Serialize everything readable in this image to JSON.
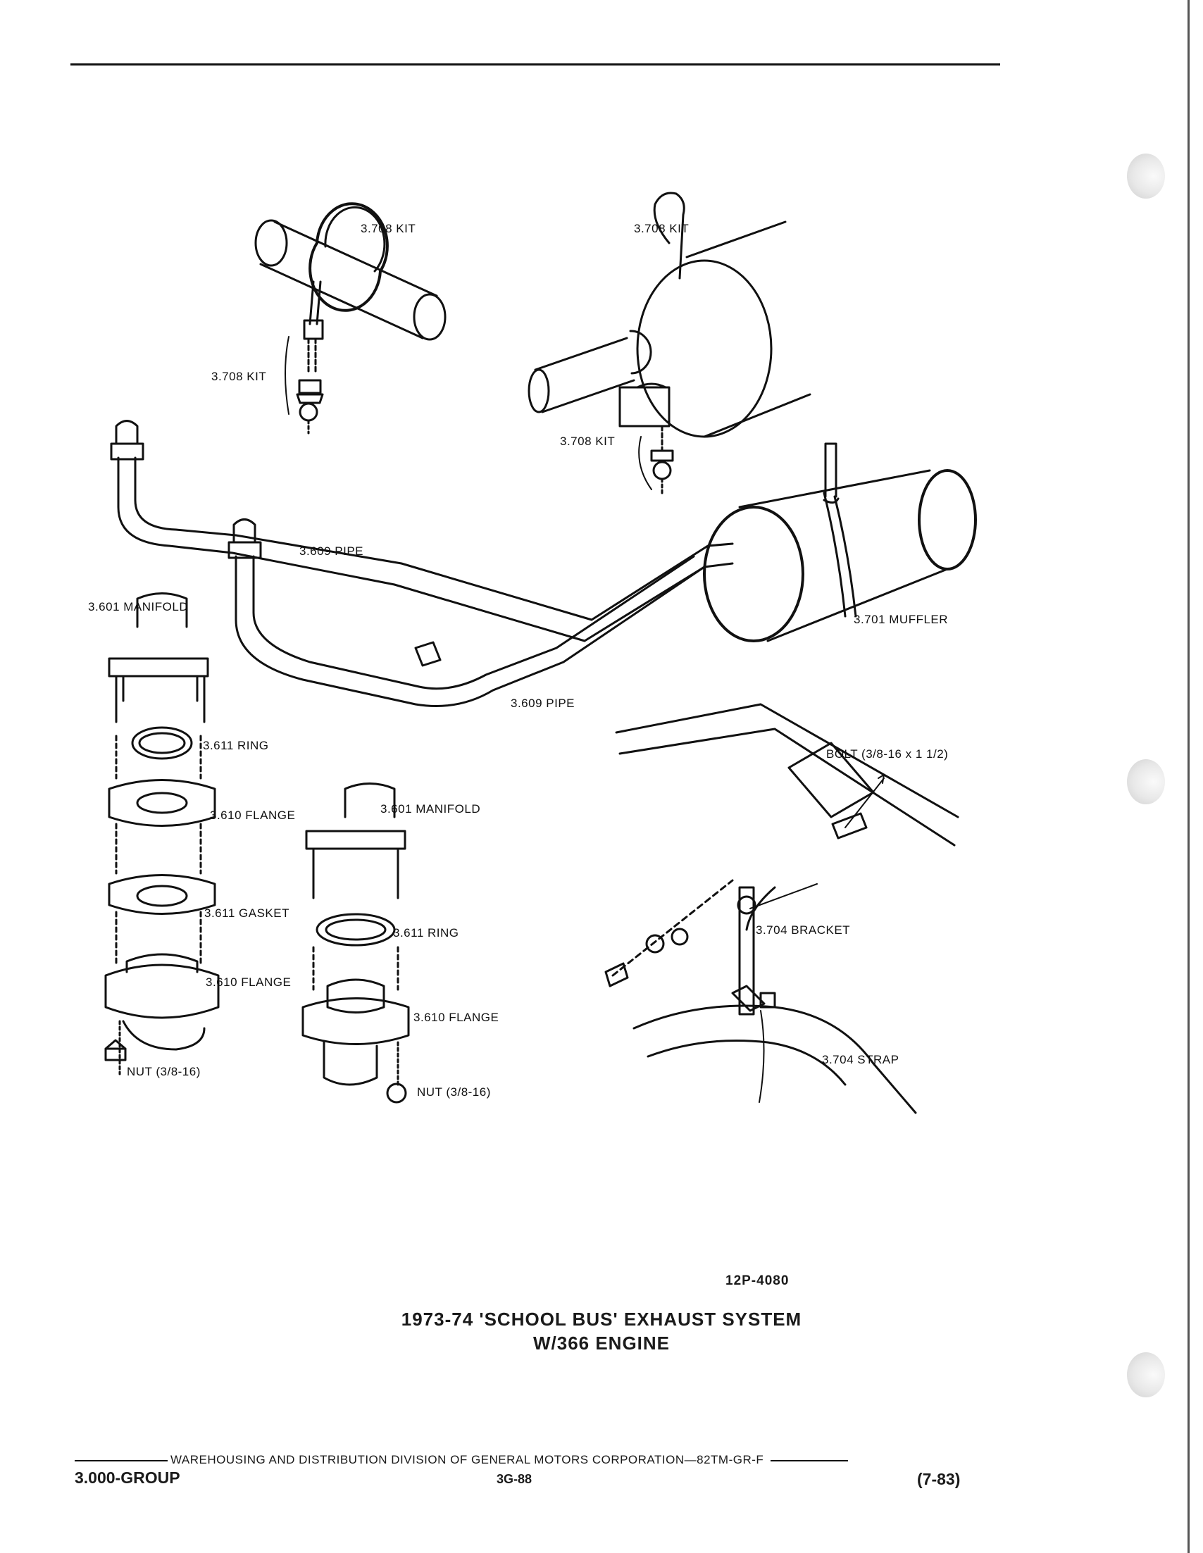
{
  "labels": {
    "kit_top_left": "3.708 KIT",
    "kit_top_right": "3.708 KIT",
    "kit_left": "3.708 KIT",
    "kit_bottom_right": "3.708 KIT",
    "pipe_upper": "3.609 PIPE",
    "pipe_lower": "3.609 PIPE",
    "manifold_left": "3.601 MANIFOLD",
    "muffler": "3.701 MUFFLER",
    "ring_left": "3.611 RING",
    "flange_left_upper": "3.610 FLANGE",
    "manifold_center": "3.601 MANIFOLD",
    "gasket_left": "3.611 GASKET",
    "ring_center": "3.611 RING",
    "flange_left_lower": "3.610 FLANGE",
    "flange_center": "3.610 FLANGE",
    "nut_left": "NUT (3/8-16)",
    "nut_center": "NUT (3/8-16)",
    "bolt": "BOLT (3/8-16 x 1 1/2)",
    "bracket": "3.704 BRACKET",
    "strap": "3.704 STRAP"
  },
  "reference": "12P-4080",
  "title_line1": "1973-74 'SCHOOL BUS' EXHAUST SYSTEM",
  "title_line2": "W/366 ENGINE",
  "footer": {
    "division": "WAREHOUSING AND DISTRIBUTION DIVISION OF GENERAL MOTORS CORPORATION—82TM-GR-F",
    "group": "3.000-GROUP",
    "page": "3G-88",
    "date": "(7-83)"
  }
}
